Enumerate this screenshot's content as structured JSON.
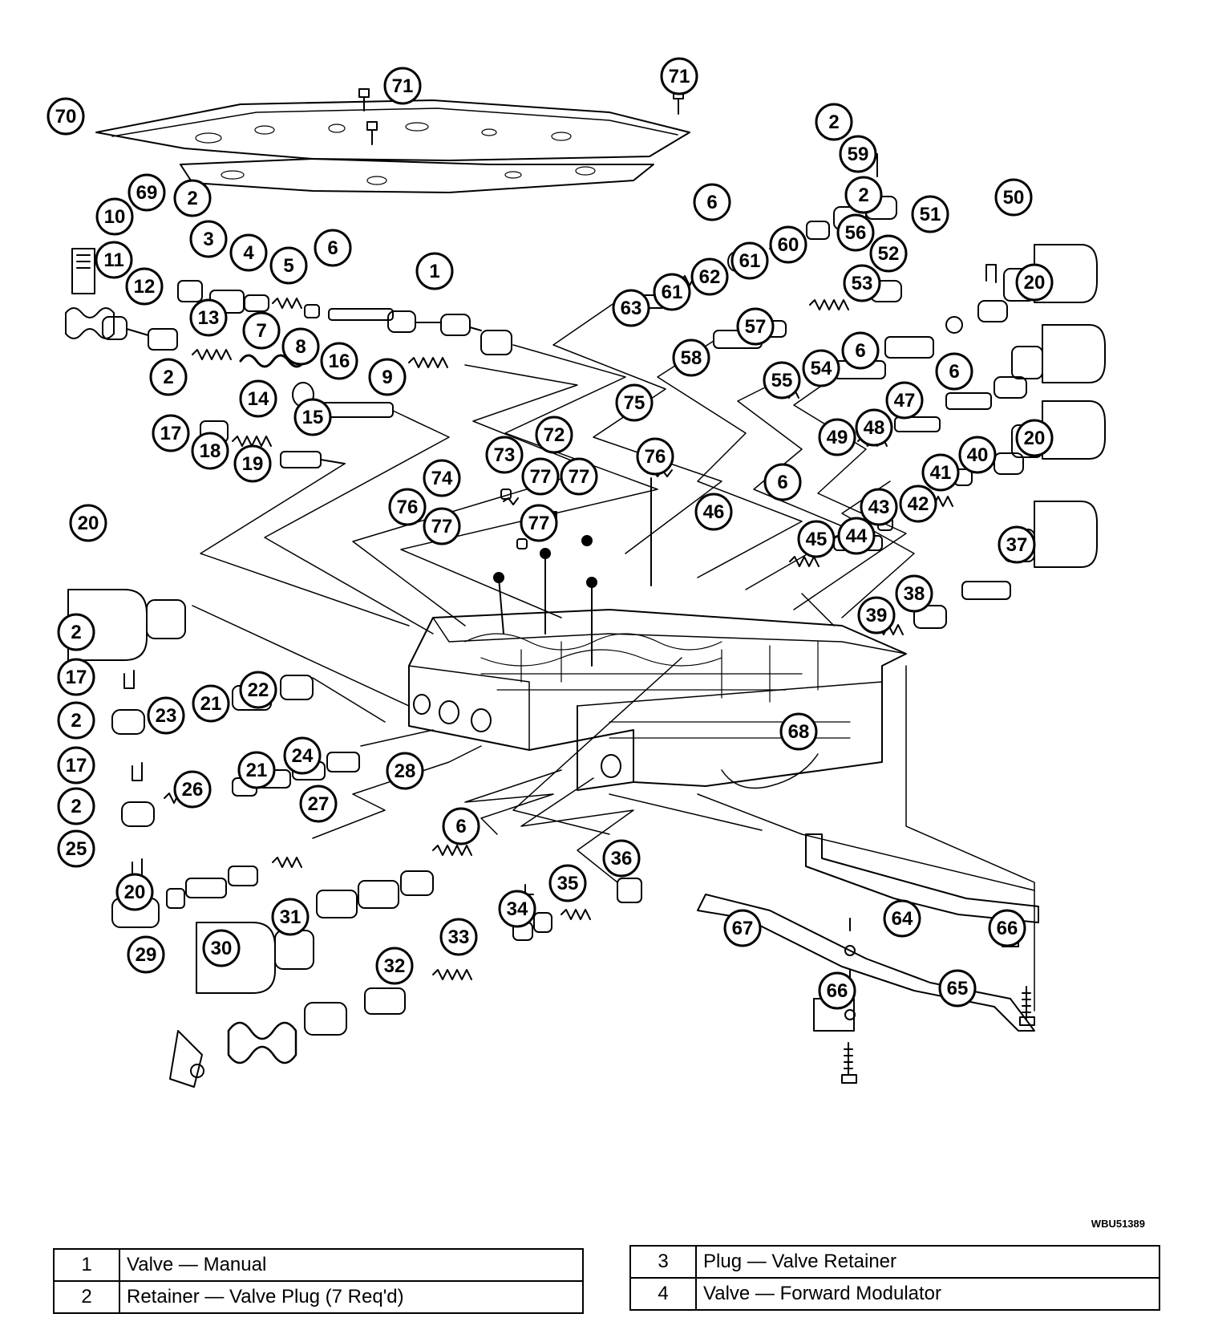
{
  "figure_code": "WBU51389",
  "callouts": [
    "71",
    "71",
    "70",
    "69",
    "2",
    "59",
    "2",
    "10",
    "2",
    "3",
    "4",
    "5",
    "6",
    "1",
    "11",
    "12",
    "13",
    "7",
    "8",
    "16",
    "9",
    "14",
    "15",
    "2",
    "17",
    "18",
    "19",
    "6",
    "62",
    "61",
    "60",
    "56",
    "52",
    "51",
    "50",
    "20",
    "63",
    "61",
    "58",
    "57",
    "54",
    "53",
    "6",
    "55",
    "47",
    "48",
    "6",
    "49",
    "40",
    "20",
    "41",
    "42",
    "43",
    "6",
    "44",
    "45",
    "46",
    "37",
    "38",
    "39",
    "75",
    "76",
    "72",
    "73",
    "74",
    "76",
    "77",
    "77",
    "77",
    "77",
    "20",
    "2",
    "17",
    "21",
    "22",
    "2",
    "23",
    "17",
    "24",
    "2",
    "21",
    "26",
    "27",
    "28",
    "25",
    "6",
    "36",
    "35",
    "34",
    "20",
    "33",
    "31",
    "30",
    "29",
    "32",
    "68",
    "64",
    "67",
    "66",
    "66",
    "65"
  ],
  "legend_left": [
    {
      "num": "1",
      "desc": "Valve — Manual"
    },
    {
      "num": "2",
      "desc": "Retainer — Valve Plug (7 Req'd)"
    }
  ],
  "legend_right": [
    {
      "num": "3",
      "desc": "Plug — Valve Retainer"
    },
    {
      "num": "4",
      "desc": "Valve — Forward Modulator"
    }
  ]
}
